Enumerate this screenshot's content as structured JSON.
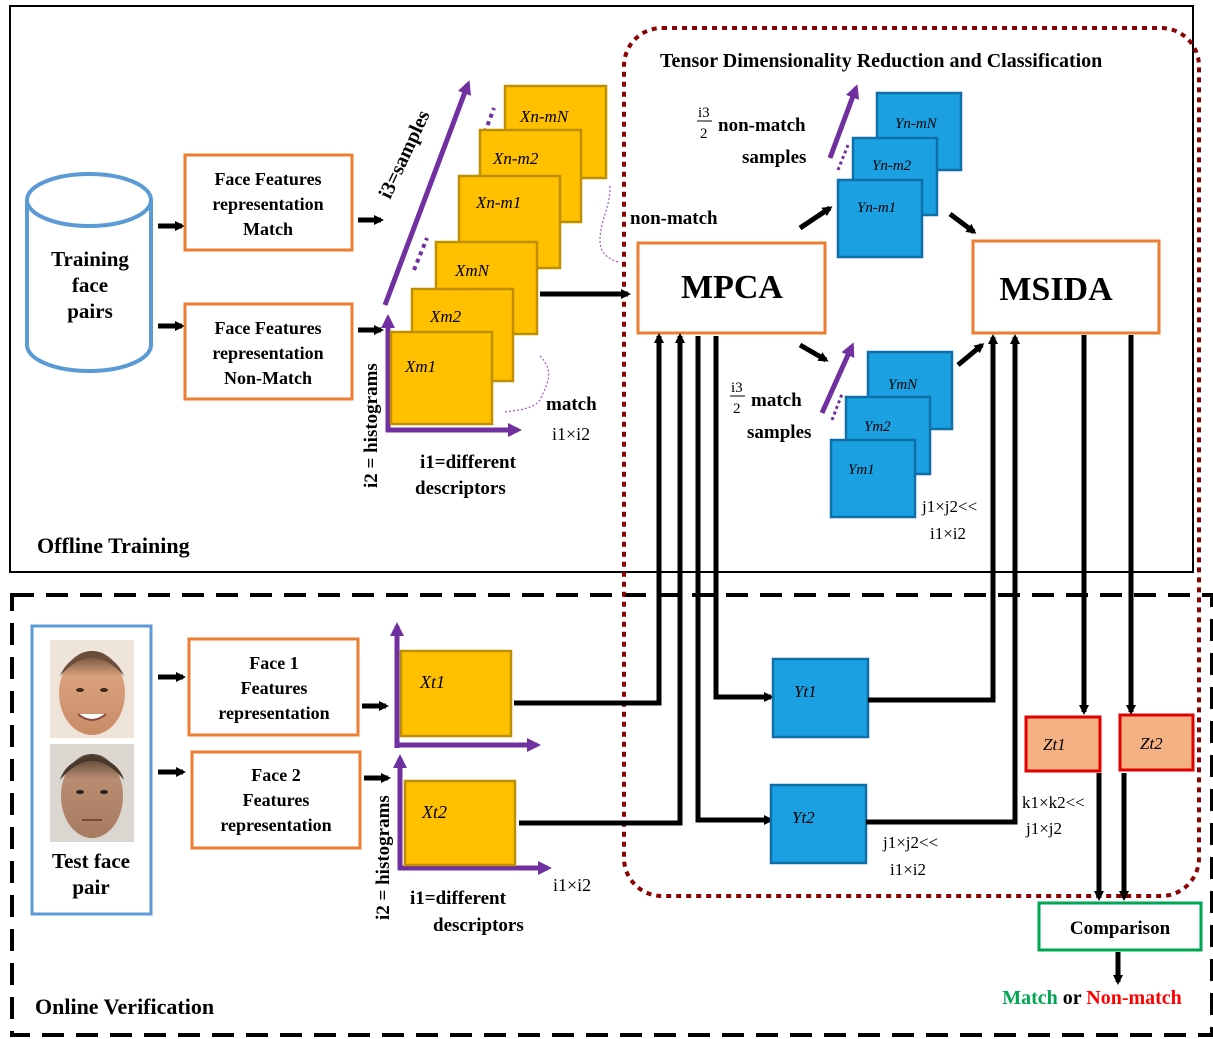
{
  "sections": {
    "offline": "Offline Training",
    "online": "Online Verification",
    "tensor_region": "Tensor Dimensionality Reduction and Classification"
  },
  "training": {
    "db_lines": [
      "Training",
      "face",
      "pairs"
    ],
    "match_box": [
      "Face Features",
      "representation",
      "Match"
    ],
    "nonmatch_box": [
      "Face Features",
      "representation",
      "Non-Match"
    ],
    "stack_upper": [
      "Xn-mN",
      "Xn-m2",
      "Xn-m1"
    ],
    "stack_lower": [
      "XmN",
      "Xm2",
      "Xm1"
    ],
    "axis_samples": "i3=samples",
    "axis_histograms": "i2 = histograms",
    "axis_descriptors": [
      "i1=different",
      "descriptors"
    ],
    "label_nonmatch": "non-match",
    "label_match": "match",
    "label_i1i2": "i1×i2"
  },
  "reduction": {
    "mpca": "MPCA",
    "msida": "MSIDA",
    "nonmatch_samples": [
      "non-match",
      "samples"
    ],
    "match_samples": [
      "match",
      "samples"
    ],
    "frac_num": "i3",
    "frac_den": "2",
    "y_nonmatch": [
      "Yn-mN",
      "Yn-m2",
      "Yn-m1"
    ],
    "y_match": [
      "YmN",
      "Ym2",
      "Ym1"
    ],
    "dim_note": [
      "j1×j2<<",
      "i1×i2"
    ]
  },
  "verification": {
    "test_pair": [
      "Test face",
      "pair"
    ],
    "face1_box": [
      "Face 1",
      "Features",
      "representation"
    ],
    "face2_box": [
      "Face 2",
      "Features",
      "representation"
    ],
    "xt1": "Xt1",
    "xt2": "Xt2",
    "yt1": "Yt1",
    "yt2": "Yt2",
    "zt1": "Zt1",
    "zt2": "Zt2",
    "axis_histograms": "i2 = histograms",
    "axis_descriptors": [
      "i1=different",
      "descriptors"
    ],
    "label_i1i2": "i1×i2",
    "dim_note_y": [
      "j1×j2<<",
      "i1×i2"
    ],
    "dim_note_z": [
      "k1×k2<<",
      "j1×j2"
    ],
    "comparison": "Comparison",
    "result_match": "Match",
    "result_or": "or",
    "result_nonmatch": "Non-match"
  },
  "colors": {
    "orange_border": "#ED7D31",
    "blue_border": "#5B9BD5",
    "gold_fill": "#FFC000",
    "gold_border": "#BF8F00",
    "cyan_fill": "#1BA1E2",
    "cyan_border": "#0F6FA8",
    "purple": "#7030A0",
    "dark_red": "#8B0000",
    "salmon_fill": "#F4B183",
    "red_border": "#E00000",
    "green": "#00A651",
    "red_text": "#FF0000"
  }
}
